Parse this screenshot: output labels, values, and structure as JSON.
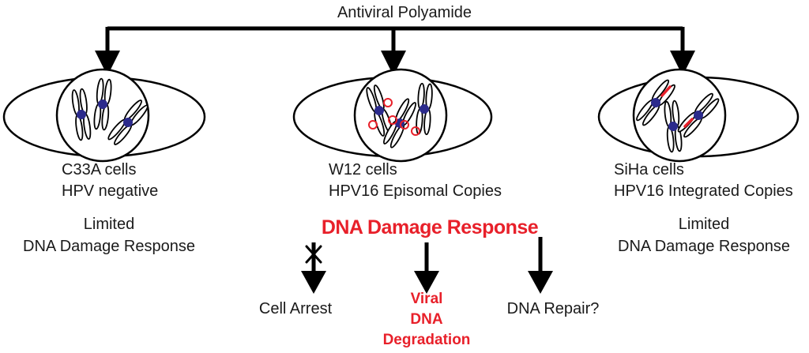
{
  "title": "Antiviral Polyamide",
  "cells": [
    {
      "name": "C33A cells",
      "status": "HPV negative",
      "response_line1": "Limited",
      "response_line2": "DNA Damage Response"
    },
    {
      "name": "W12 cells",
      "status": "HPV16 Episomal Copies"
    },
    {
      "name": "SiHa cells",
      "status": "HPV16 Integrated Copies",
      "response_line1": "Limited",
      "response_line2": "DNA Damage Response"
    }
  ],
  "ddr": {
    "label": "DNA Damage Response",
    "outcomes": {
      "arrest": "Cell Arrest",
      "viral_line1": "Viral",
      "viral_line2": "DNA",
      "viral_line3": "Degradation",
      "repair": "DNA Repair?"
    }
  },
  "colors": {
    "accent": "#e8202a",
    "centromere": "#2b2a8c",
    "line": "#000000"
  }
}
